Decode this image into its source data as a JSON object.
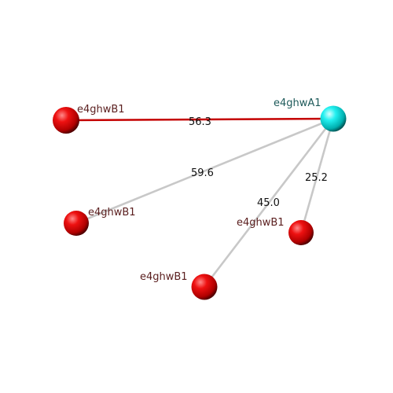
{
  "scene": {
    "center_atom": {
      "label": "e4ghwA1",
      "color": "#00e5e5"
    },
    "neighbors": [
      {
        "label": "e4ghwB1",
        "distance": "56.3",
        "color": "#dd0000",
        "bond_color": "#c40000"
      },
      {
        "label": "e4ghwB1",
        "distance": "59.6",
        "color": "#dd0000",
        "bond_color": "#c8c8c8"
      },
      {
        "label": "e4ghwB1",
        "distance": "45.0",
        "color": "#dd0000",
        "bond_color": "#c8c8c8"
      },
      {
        "label": "e4ghwB1",
        "distance": "25.2",
        "color": "#dd0000",
        "bond_color": "#c8c8c8"
      }
    ],
    "label_colors": {
      "center": "#1e5a5a",
      "neighbor": "#5a1e1e"
    }
  }
}
